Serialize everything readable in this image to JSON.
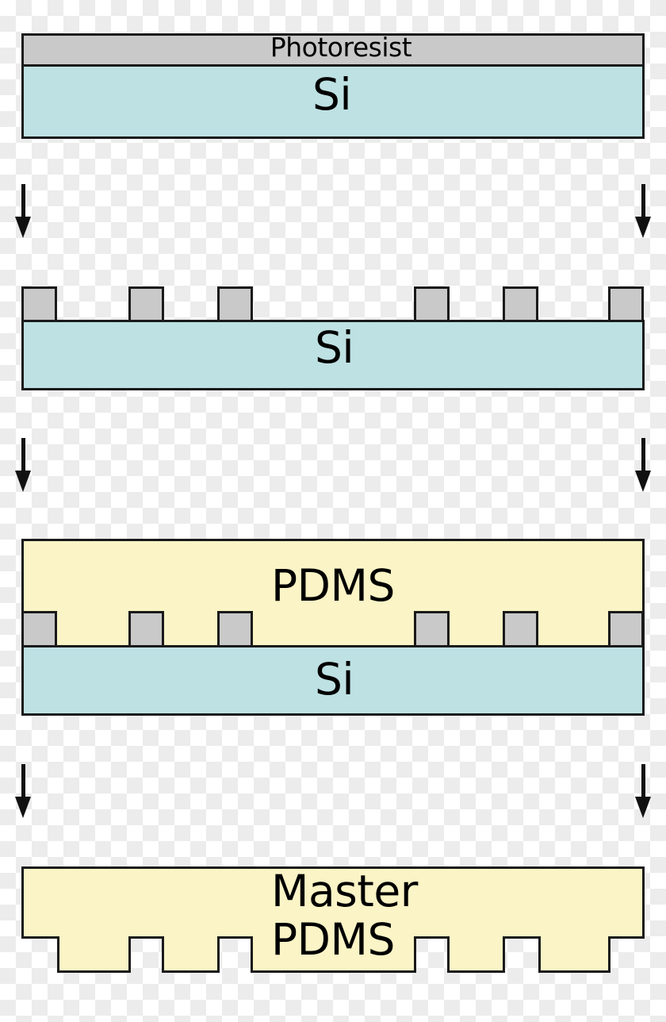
{
  "colors": {
    "photoresist": "#c9c9c9",
    "silicon": "#bee1e3",
    "pdms": "#faf4c6",
    "outline": "#1a1a1a",
    "arrow": "#111111",
    "checker_light": "#ffffff",
    "checker_dark": "#ececec"
  },
  "steps": [
    {
      "name": "photoresist-on-si",
      "labels": {
        "photoresist": "Photoresist",
        "si": "Si"
      }
    },
    {
      "name": "patterned-photoresist",
      "labels": {
        "si": "Si"
      },
      "block_count": 6
    },
    {
      "name": "pdms-cast-on-pattern",
      "labels": {
        "pdms": "PDMS",
        "si": "Si"
      },
      "block_count": 6
    },
    {
      "name": "master-pdms-mold",
      "labels": {
        "line1": "Master",
        "line2": "PDMS"
      },
      "groove_count": 6
    }
  ],
  "arrows": {
    "icon": "down-arrow",
    "direction": "down",
    "count": 6
  }
}
